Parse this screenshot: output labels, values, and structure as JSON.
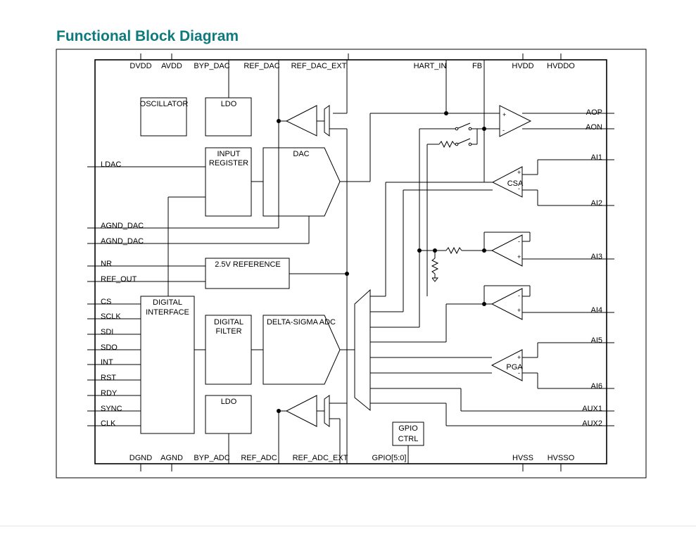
{
  "title": "Functional Block Diagram",
  "top_pins": [
    "DVDD",
    "AVDD",
    "BYP_DAC",
    "REF_DAC",
    "REF_DAC_EXT",
    "HART_IN",
    "FB",
    "HVDD",
    "HVDDO"
  ],
  "bottom_pins": [
    "DGND",
    "AGND",
    "BYP_ADC",
    "REF_ADC",
    "REF_ADC_EXT",
    "GPIO[5:0]",
    "HVSS",
    "HVSSO"
  ],
  "left_pins": [
    "LDAC",
    "AGND_DAC",
    "AGND_DAC",
    "NR",
    "REF_OUT",
    "CS",
    "SCLK",
    "SDI",
    "SDO",
    "INT",
    "RST",
    "RDY",
    "SYNC",
    "CLK"
  ],
  "right_pins": [
    "AOP",
    "AON",
    "AI1",
    "AI2",
    "AI3",
    "AI4",
    "AI5",
    "AI6",
    "AUX1",
    "AUX2"
  ],
  "blocks": {
    "oscillator": "OSCILLATOR",
    "ldo_dac": "LDO",
    "input_register_1": "INPUT",
    "input_register_2": "REGISTER",
    "dac": "DAC",
    "reference": "2.5V REFERENCE",
    "digital_interface_1": "DIGITAL",
    "digital_interface_2": "INTERFACE",
    "digital_filter_1": "DIGITAL",
    "digital_filter_2": "FILTER",
    "adc": "DELTA-SIGMA ADC",
    "ldo_adc": "LDO",
    "gpio_ctrl_1": "GPIO",
    "gpio_ctrl_2": "CTRL",
    "csa": "CSA",
    "pga": "PGA"
  },
  "amp_signs": {
    "plus": "+",
    "minus": "-"
  }
}
